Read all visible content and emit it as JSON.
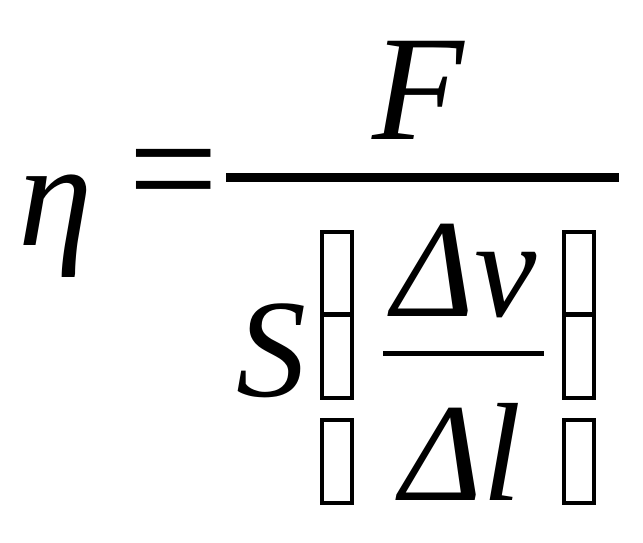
{
  "formula": {
    "lhs": "η",
    "equals": "=",
    "numerator": "F",
    "denominator_factor": "S",
    "inner_numerator": "Δv",
    "inner_denominator": "Δl"
  }
}
